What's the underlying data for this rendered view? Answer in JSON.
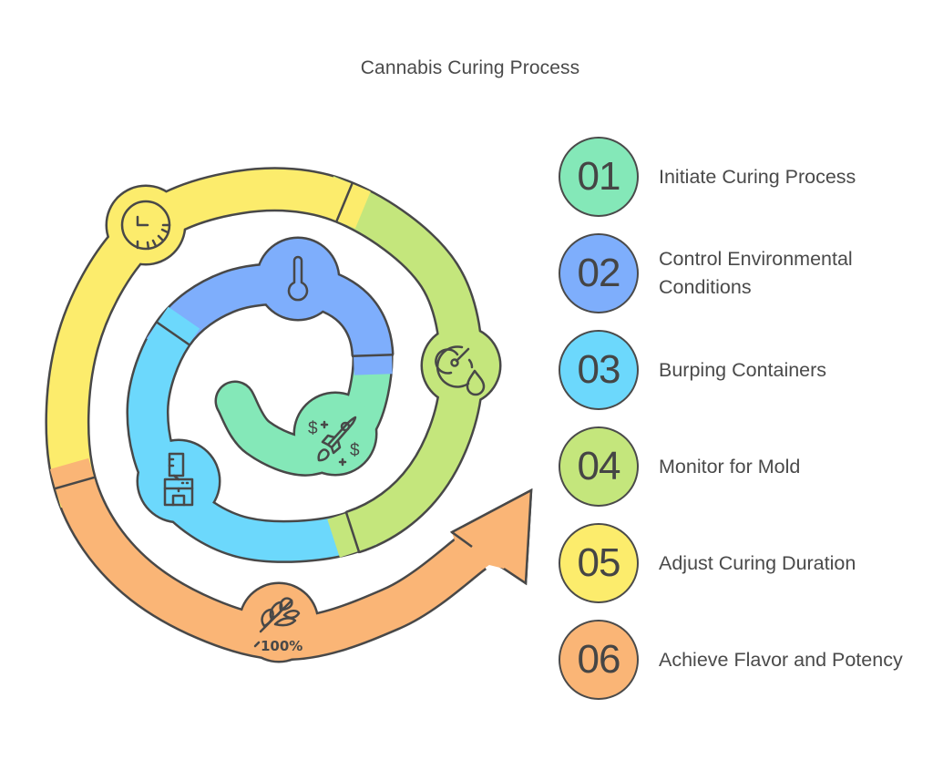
{
  "title": "Cannabis Curing Process",
  "colors": {
    "stroke": "#484848",
    "step_01": "#84e8b8",
    "step_02": "#7eaefc",
    "step_03": "#6cd8fc",
    "step_04": "#c4e67c",
    "step_05": "#fcec6c",
    "step_06": "#fab576"
  },
  "steps": [
    {
      "number": "01",
      "label": "Initiate Curing Process",
      "color": "#84e8b8",
      "icon": "rocket-money-icon"
    },
    {
      "number": "02",
      "label": "Control Environmental Conditions",
      "color": "#7eaefc",
      "icon": "thermometer-icon"
    },
    {
      "number": "03",
      "label": "Burping Containers",
      "color": "#6cd8fc",
      "icon": "water-dispenser-icon"
    },
    {
      "number": "04",
      "label": "Monitor for Mold",
      "color": "#c4e67c",
      "icon": "humidity-gauge-icon"
    },
    {
      "number": "05",
      "label": "Adjust Curing Duration",
      "color": "#fcec6c",
      "icon": "clock-icon"
    },
    {
      "number": "06",
      "label": "Achieve Flavor and Potency",
      "color": "#fab576",
      "icon": "grain-100-percent-icon"
    }
  ],
  "icon_text": {
    "grain_percent": "100%",
    "rocket_currency": "$"
  }
}
